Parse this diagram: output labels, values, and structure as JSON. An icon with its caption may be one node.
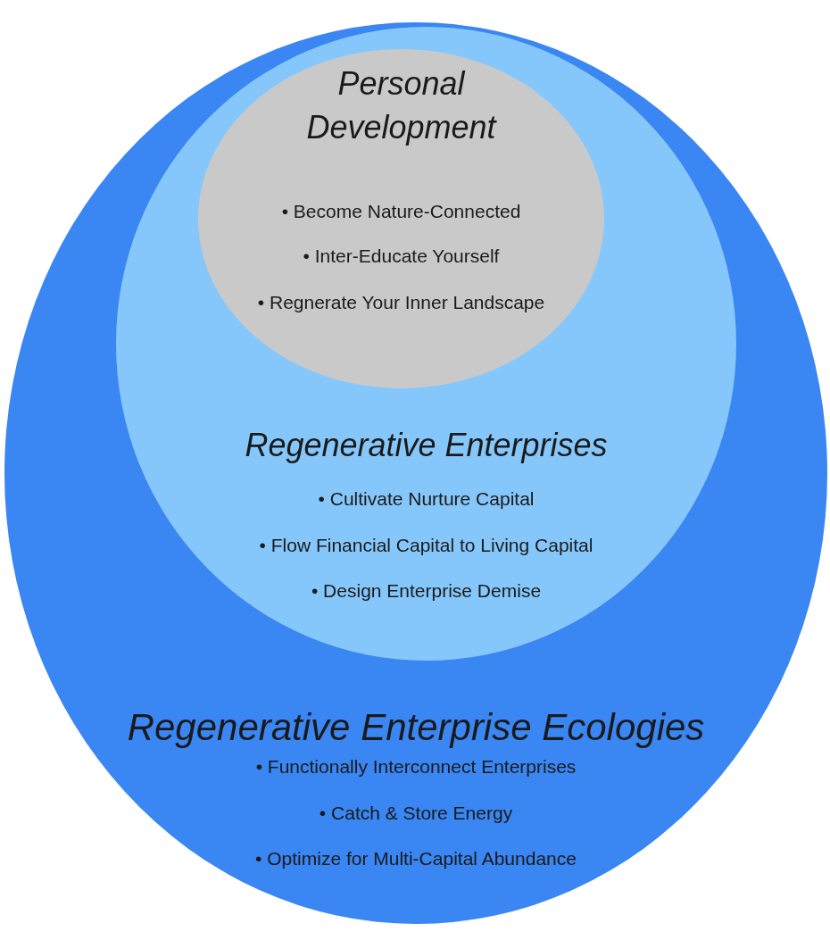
{
  "diagram": {
    "nodes": [
      {
        "text": [
          "Regenerative Enterprise Ecologies",
          "• Functionally Interconnect Enterprises",
          "• Catch & Store Energy",
          "• Optimize for Multi-Capital Abundance"
        ]
      },
      {
        "text": [
          "Regenerative Enterprises",
          "• Cultivate Nurture Capital",
          "• Flow Financial Capital to Living Capital",
          "• Design Enterprise Demise"
        ],
        "in": 0
      },
      {
        "text": [
          "Personal Development",
          "• Become Nature-Connected",
          "• Inter-Educate Yourself",
          "• Regnerate Your Inner Landscape"
        ],
        "in": 1
      }
    ],
    "edges": []
  }
}
